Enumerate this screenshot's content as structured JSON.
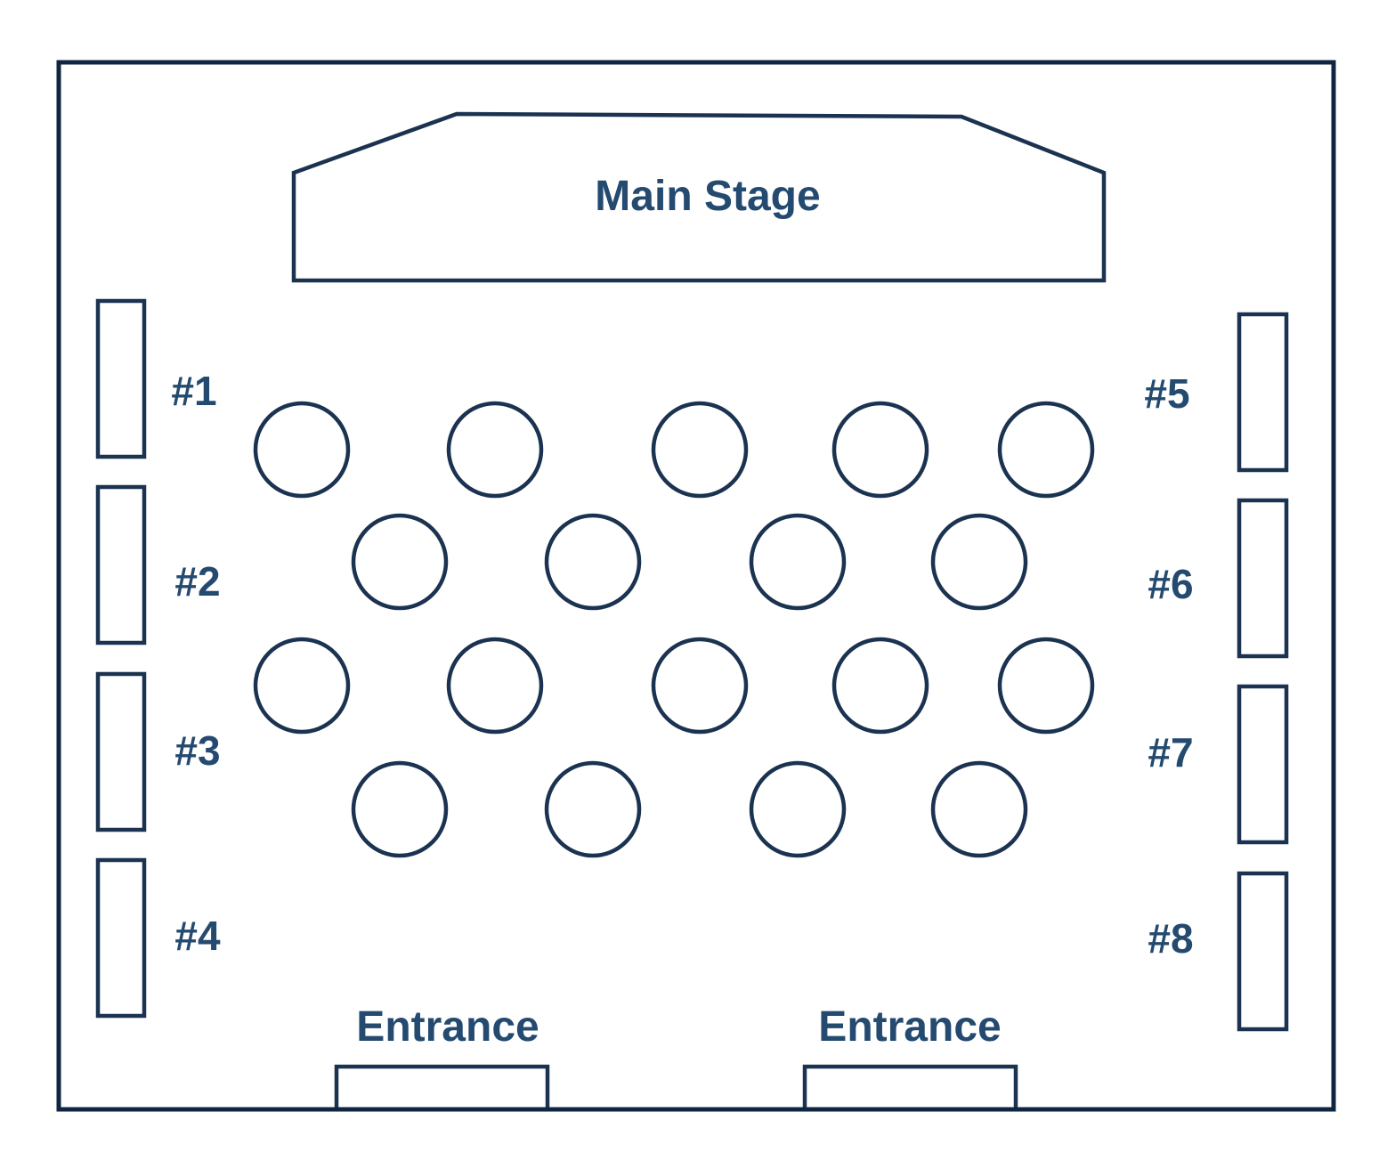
{
  "stage": {
    "label": "Main Stage"
  },
  "booths": [
    {
      "label": "#1"
    },
    {
      "label": "#2"
    },
    {
      "label": "#3"
    },
    {
      "label": "#4"
    },
    {
      "label": "#5"
    },
    {
      "label": "#6"
    },
    {
      "label": "#7"
    },
    {
      "label": "#8"
    }
  ],
  "entrances": [
    {
      "label": "Entrance"
    },
    {
      "label": "Entrance"
    }
  ],
  "tables": {
    "count": 18
  },
  "colors": {
    "outline": "#0f2640",
    "shape_stroke": "#1b3350",
    "text": "#244a70",
    "background": "#ffffff"
  }
}
